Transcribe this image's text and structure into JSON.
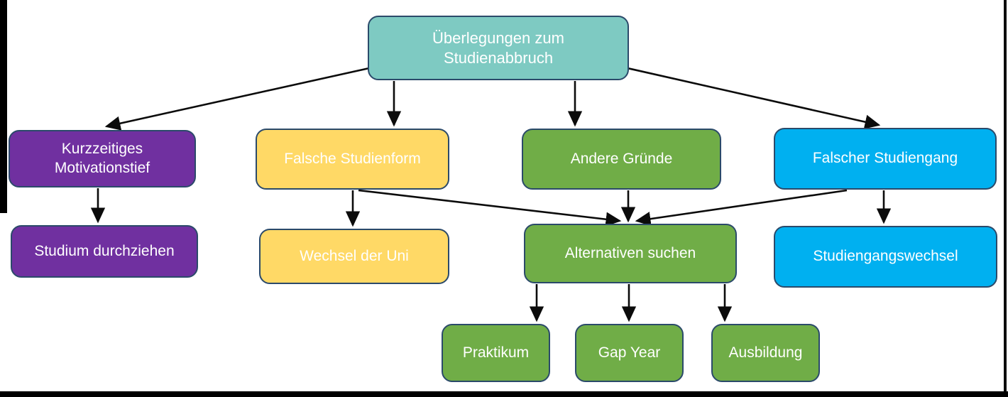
{
  "diagram": {
    "language": "de",
    "topic": "Überlegungen zum Studienabbruch"
  },
  "colors": {
    "root_teal": "#7ECAC2",
    "purple": "#7030A0",
    "yellow": "#FFD966",
    "green": "#70AD47",
    "blue": "#00B0F0",
    "node_border": "#2B4A6A",
    "arrow": "#000000",
    "frame_bars": "#000000",
    "text": "#FFFFFF"
  },
  "nodes": [
    {
      "id": "ueberlegungen",
      "label": "Überlegungen zum\nStudienabbruch",
      "color": "#7ECAC2",
      "level": 0
    },
    {
      "id": "motivationstief",
      "label": "Kurzzeitiges\nMotivationstief",
      "color": "#7030A0",
      "level": 1
    },
    {
      "id": "studienform",
      "label": "Falsche Studienform",
      "color": "#FFD966",
      "level": 1
    },
    {
      "id": "andere-gruende",
      "label": "Andere Gründe",
      "color": "#70AD47",
      "level": 1
    },
    {
      "id": "studiengang",
      "label": "Falscher Studiengang",
      "color": "#00B0F0",
      "level": 1
    },
    {
      "id": "durchziehen",
      "label": "Studium durchziehen",
      "color": "#7030A0",
      "level": 2
    },
    {
      "id": "wechsel-uni",
      "label": "Wechsel der Uni",
      "color": "#FFD966",
      "level": 2
    },
    {
      "id": "alternativen",
      "label": "Alternativen suchen",
      "color": "#70AD47",
      "level": 2
    },
    {
      "id": "gangswechsel",
      "label": "Studiengangswechsel",
      "color": "#00B0F0",
      "level": 2
    },
    {
      "id": "praktikum",
      "label": "Praktikum",
      "color": "#70AD47",
      "level": 3
    },
    {
      "id": "gap-year",
      "label": "Gap Year",
      "color": "#70AD47",
      "level": 3
    },
    {
      "id": "ausbildung",
      "label": "Ausbildung",
      "color": "#70AD47",
      "level": 3
    }
  ],
  "edges": [
    {
      "from": "ueberlegungen",
      "to": "motivationstief"
    },
    {
      "from": "ueberlegungen",
      "to": "studienform"
    },
    {
      "from": "ueberlegungen",
      "to": "andere-gruende"
    },
    {
      "from": "ueberlegungen",
      "to": "studiengang"
    },
    {
      "from": "motivationstief",
      "to": "durchziehen"
    },
    {
      "from": "studienform",
      "to": "wechsel-uni"
    },
    {
      "from": "studienform",
      "to": "alternativen"
    },
    {
      "from": "andere-gruende",
      "to": "alternativen"
    },
    {
      "from": "studiengang",
      "to": "alternativen"
    },
    {
      "from": "studiengang",
      "to": "gangswechsel"
    },
    {
      "from": "alternativen",
      "to": "praktikum"
    },
    {
      "from": "alternativen",
      "to": "gap-year"
    },
    {
      "from": "alternativen",
      "to": "ausbildung"
    }
  ]
}
